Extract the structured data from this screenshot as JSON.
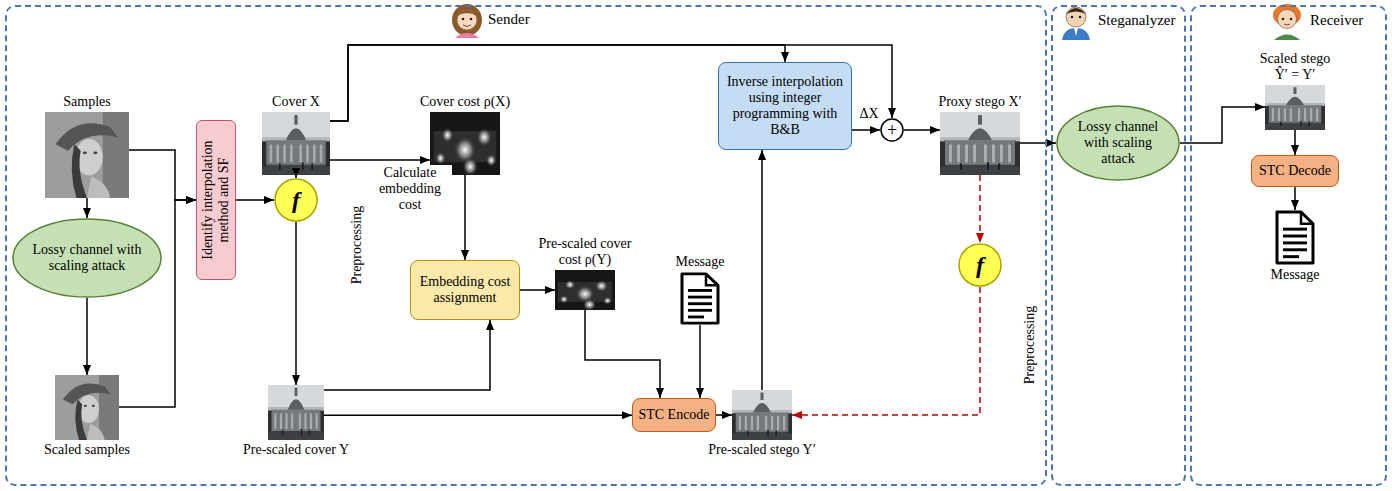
{
  "diagram": {
    "nodes": [
      {
        "text": [
          "Sender"
        ]
      },
      {
        "text": [
          "Samples"
        ],
        "in": 0
      },
      {
        "text": [
          "Lossy channel with scaling attack"
        ],
        "in": 0
      },
      {
        "text": [
          "Scaled samples"
        ],
        "in": 0
      },
      {
        "text": [
          "Identify interpolation method and SF"
        ],
        "in": 0
      },
      {
        "text": [
          "Cover X"
        ],
        "in": 0
      },
      {
        "text": [
          "f"
        ],
        "in": 0
      },
      {
        "text": [
          "Pre-scaled cover Y"
        ],
        "in": 0
      },
      {
        "text": [
          "Cover cost ρ(X)"
        ],
        "in": 0
      },
      {
        "text": [
          "Embedding cost assignment"
        ],
        "in": 0
      },
      {
        "text": [
          "Pre-scaled cover cost ρ(Y)"
        ],
        "in": 0
      },
      {
        "text": [
          "Message"
        ],
        "in": 0
      },
      {
        "text": [
          "STC Encode"
        ],
        "in": 0
      },
      {
        "text": [
          "Inverse interpolation using integer programming with B&B"
        ],
        "in": 0
      },
      {
        "text": [
          "+"
        ],
        "in": 0
      },
      {
        "text": [
          "Proxy stego X′"
        ],
        "in": 0
      },
      {
        "text": [
          "f"
        ],
        "in": 0
      },
      {
        "text": [
          "Pre-scaled stego Y′"
        ],
        "in": 0
      },
      {
        "text": [
          "Steganalyzer"
        ]
      },
      {
        "text": [
          "Lossy channel with scaling attack"
        ],
        "in": 18
      },
      {
        "text": [
          "Receiver"
        ]
      },
      {
        "text": [
          "Scaled stego",
          "Ŷ′ = Y′"
        ],
        "in": 20
      },
      {
        "text": [
          "STC Decode"
        ],
        "in": 20
      },
      {
        "text": [
          "Message"
        ],
        "in": 20
      }
    ],
    "edges": [
      {
        "from": 1,
        "to": 2,
        "arrow": "to"
      },
      {
        "from": 2,
        "to": 3,
        "arrow": "to"
      },
      {
        "from": 1,
        "to": 4,
        "arrow": "to"
      },
      {
        "from": 3,
        "to": 4,
        "arrow": "to"
      },
      {
        "from": 4,
        "to": 6,
        "arrow": "to"
      },
      {
        "from": 5,
        "to": 6,
        "arrow": "to"
      },
      {
        "from": 6,
        "to": 7,
        "arrow": "to"
      },
      {
        "from": 5,
        "to": 8,
        "label": "Calculate embedding cost",
        "arrow": "to"
      },
      {
        "from": 8,
        "to": 9,
        "arrow": "to"
      },
      {
        "from": 7,
        "to": 9,
        "arrow": "to"
      },
      {
        "from": 7,
        "to": 12,
        "arrow": "to"
      },
      {
        "from": 9,
        "to": 10,
        "arrow": "to"
      },
      {
        "from": 10,
        "to": 12,
        "arrow": "to"
      },
      {
        "from": 11,
        "to": 12,
        "arrow": "to"
      },
      {
        "from": 12,
        "to": 17,
        "arrow": "to"
      },
      {
        "from": 17,
        "to": 13,
        "arrow": "to"
      },
      {
        "from": 5,
        "to": 13,
        "arrow": "to"
      },
      {
        "from": 5,
        "to": 14,
        "arrow": "to"
      },
      {
        "from": 13,
        "to": 14,
        "label": "ΔX",
        "arrow": "to"
      },
      {
        "from": 14,
        "to": 15,
        "arrow": "to"
      },
      {
        "from": 15,
        "to": 16,
        "arrow": "to"
      },
      {
        "from": 16,
        "to": 17,
        "arrow": "to"
      },
      {
        "from": 15,
        "to": 19,
        "arrow": "to"
      },
      {
        "from": 19,
        "to": 21,
        "arrow": "to"
      },
      {
        "from": 21,
        "to": 22,
        "arrow": "to"
      },
      {
        "from": 22,
        "to": 23,
        "arrow": "to"
      }
    ],
    "labels": [
      "Preprocessing",
      "Preprocessing"
    ]
  }
}
